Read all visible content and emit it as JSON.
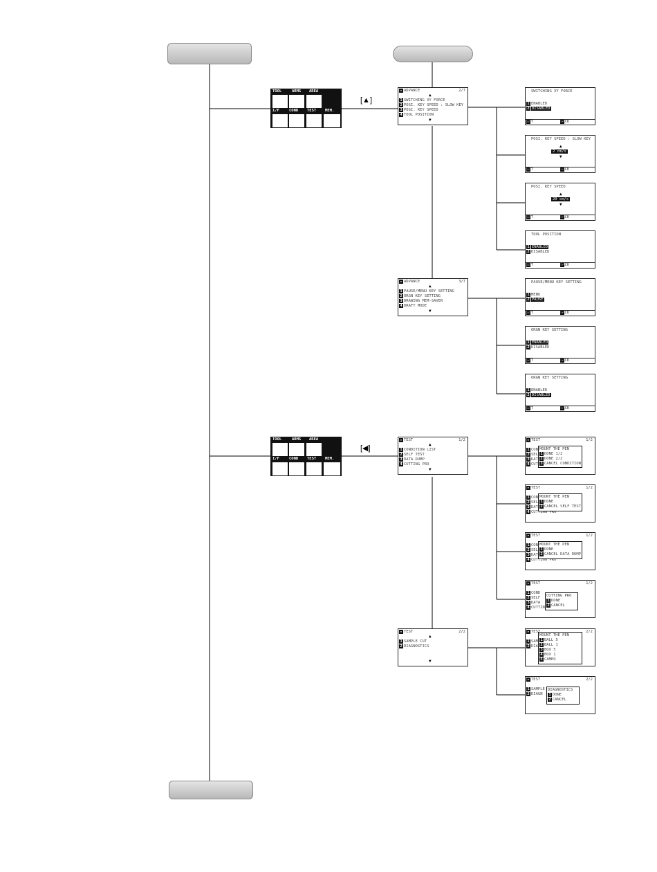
{
  "key_up": "[▲]",
  "key_left": "[◀]",
  "home": {
    "tool": "TOOL",
    "arms": "ARMS",
    "area": "AREA",
    "if": "I/F",
    "cond": "COND",
    "test": "TEST",
    "mem": "MEM."
  },
  "screens": {
    "adv2": {
      "title": "ADVANCE",
      "page": "2/7",
      "items": [
        "SWITCHING XY FORCE",
        "POSI. KEY SPEED : SLOW KEY",
        "POSI. KEY SPEED",
        "TOOL POSITION"
      ]
    },
    "adv3": {
      "title": "ADVANCE",
      "page": "3/7",
      "items": [
        "PAUSE/MENU KEY SETTING",
        "ORGN KEY SETTING",
        "DRAWING MEM-SAVER",
        "DRAFT MODE"
      ]
    },
    "xy": {
      "title": "SWITCHING XY FORCE",
      "items": [
        "ENABLED",
        "DISABLED"
      ],
      "set": "SET",
      "back": "BACK"
    },
    "slow": {
      "title": "POSI. KEY SPEED : SLOW KEY",
      "value": "2 cm/s",
      "set": "SET",
      "back": "BACK"
    },
    "speed": {
      "title": "POSI. KEY SPEED",
      "value": "20 cm/s",
      "set": "SET",
      "back": "BACK"
    },
    "toolpos": {
      "title": "TOOL POSITION",
      "items": [
        "ENABLED",
        "DISABLED"
      ],
      "set": "SET",
      "back": "BACK"
    },
    "pause": {
      "title": "PAUSE/MENU KEY SETTING",
      "items": [
        "MENU",
        "PAUSE"
      ],
      "set": "SET",
      "back": "BACK"
    },
    "orgn1": {
      "title": "ORGN KEY SETTING",
      "items": [
        "ENABLED",
        "DISABLED"
      ],
      "set": "SET",
      "back": "BACK"
    },
    "orgn2": {
      "title": "ORGN KEY SETTING",
      "items": [
        "ENABLED",
        "DISABLED"
      ],
      "set": "SET",
      "back": "BACK"
    },
    "test1": {
      "title": "TEST",
      "page": "1/2",
      "items": [
        "CONDITION LIST",
        "SELF TEST",
        "DATA DUMP",
        "CUTTING PRO"
      ]
    },
    "test2": {
      "title": "TEST",
      "page": "2/2",
      "items": [
        "SAMPLE CUT",
        "DIAGNOSTICS"
      ]
    },
    "t1a": {
      "title": "TEST",
      "page": "1/2",
      "left": [
        "CON",
        "SEL",
        "DAT",
        "CUT"
      ],
      "pop": [
        "MOUNT THE PEN",
        "DONE 1/2",
        "DONE 2/2",
        "CANCEL CONDITION"
      ]
    },
    "t1b": {
      "title": "TEST",
      "page": "1/2",
      "left": [
        "CON",
        "SEL",
        "DAT",
        "CUTTING PRO"
      ],
      "pop": [
        "MOUNT THE PEN",
        "DONE",
        "CANCEL SELF TEST"
      ]
    },
    "t1c": {
      "title": "TEST",
      "page": "1/2",
      "left": [
        "CON",
        "SEL",
        "DAT",
        "CUTTING PRO"
      ],
      "pop": [
        "MOUNT THE PEN",
        "DONE",
        "CANCEL DATA DUMP"
      ]
    },
    "t1d": {
      "title": "TEST",
      "page": "1/2",
      "left": [
        "COND",
        "SELF",
        "DATA",
        "CUTTING PRO"
      ],
      "pop": [
        "CUTTING PRO",
        "DONE",
        "CANCEL"
      ]
    },
    "t2a": {
      "title": "TEST",
      "page": "2/2",
      "left": [
        "SAM",
        "DIAG"
      ],
      "pop": [
        "MOUNT THE PEN",
        "BALL 5",
        "BALL 1",
        "BOX 5",
        "BOX 1",
        "CAMEO"
      ]
    },
    "t2b": {
      "title": "TEST",
      "page": "2/2",
      "left": [
        "SAMPLE",
        "DIAGN"
      ],
      "pop": [
        "DIAGNOSTICS",
        "DONE",
        "CANCEL"
      ]
    }
  }
}
